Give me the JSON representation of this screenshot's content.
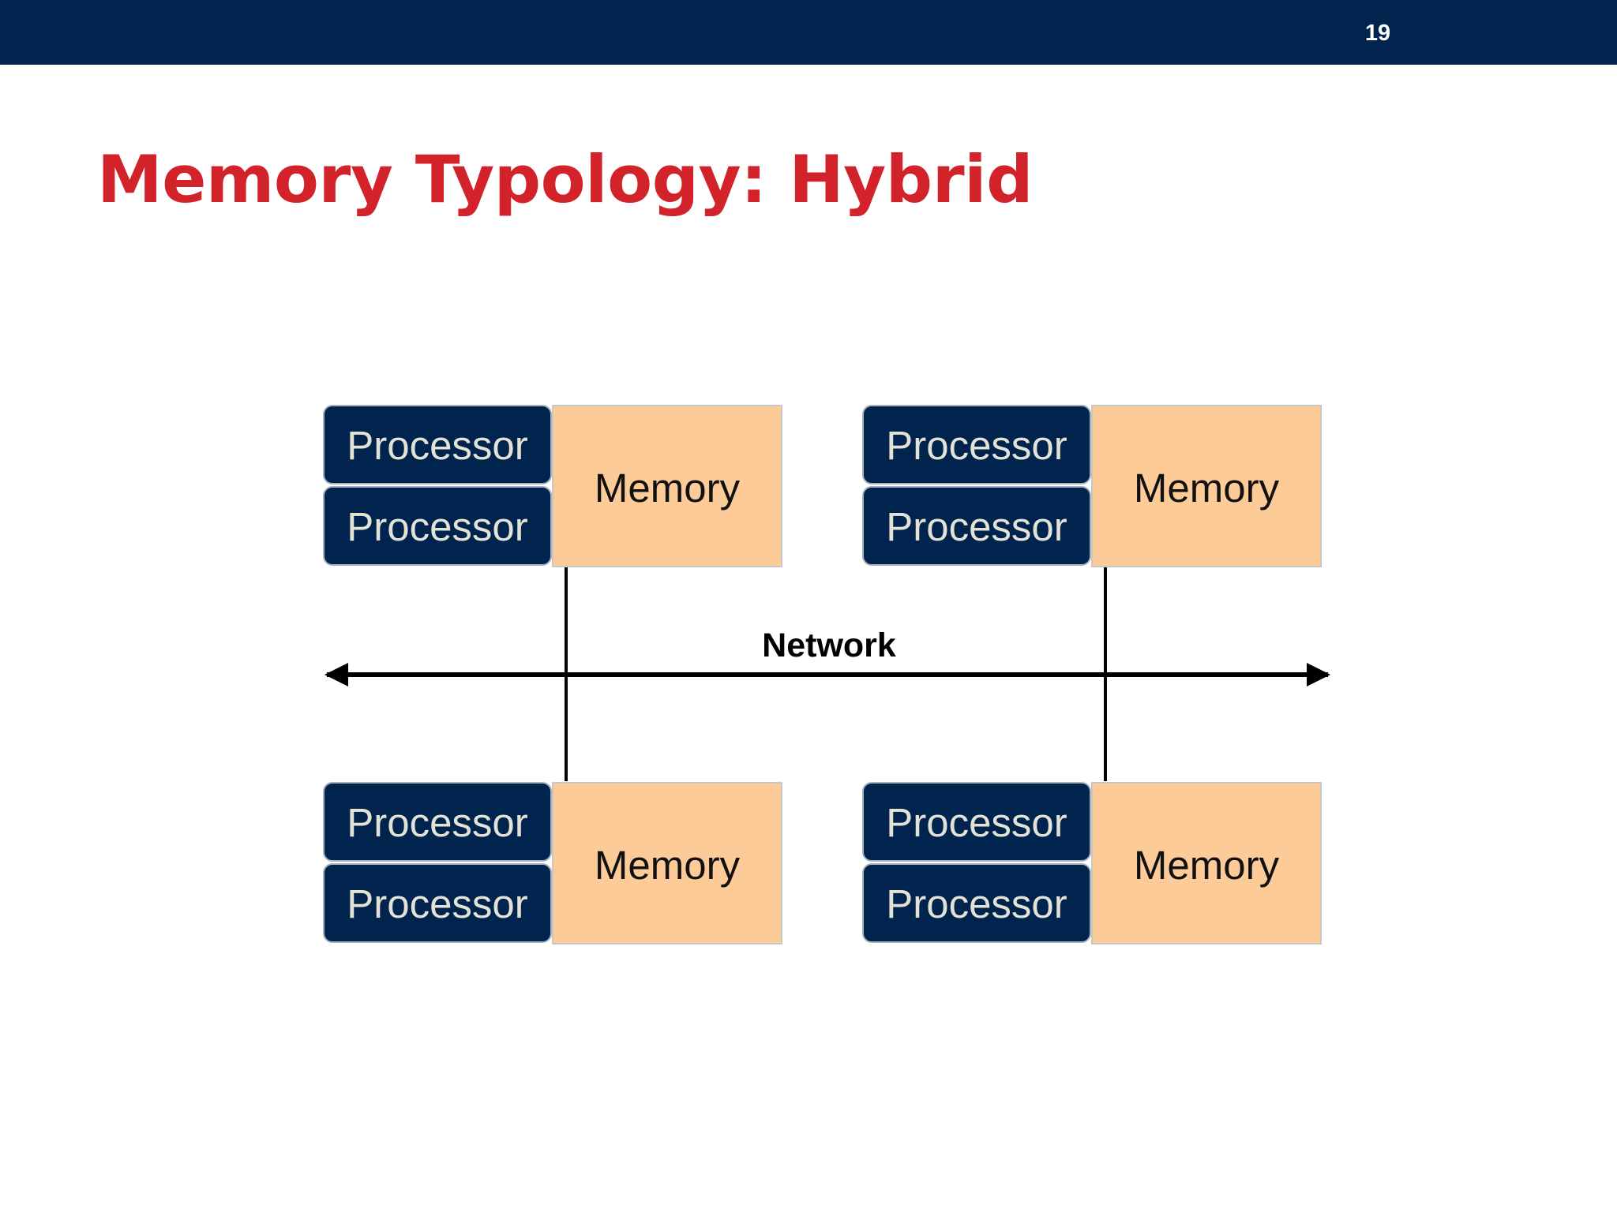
{
  "slide": {
    "page_number": "19",
    "title": "Memory Typology: Hybrid"
  },
  "diagram": {
    "network_label": "Network",
    "nodes": [
      {
        "processors": [
          "Processor",
          "Processor"
        ],
        "memory": "Memory"
      },
      {
        "processors": [
          "Processor",
          "Processor"
        ],
        "memory": "Memory"
      },
      {
        "processors": [
          "Processor",
          "Processor"
        ],
        "memory": "Memory"
      },
      {
        "processors": [
          "Processor",
          "Processor"
        ],
        "memory": "Memory"
      }
    ]
  },
  "colors": {
    "header_bar": "#00244d",
    "title": "#d2232a",
    "processor_fill": "#00244d",
    "processor_text": "#e3e2d6",
    "memory_fill": "#fdcb98",
    "network_line": "#000000"
  }
}
